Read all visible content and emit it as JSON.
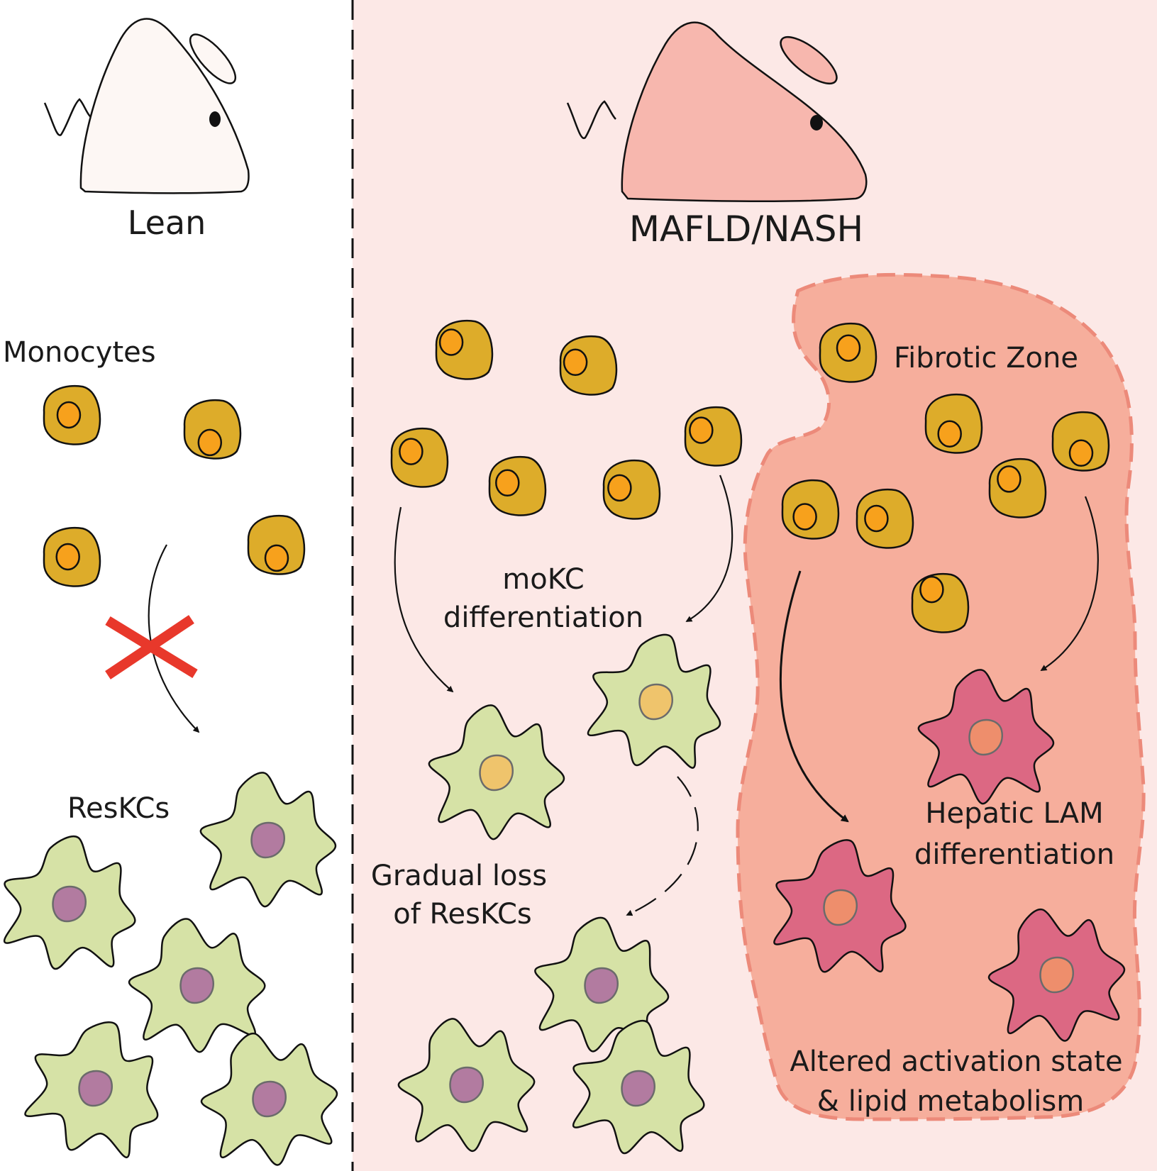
{
  "panels": {
    "lean": {
      "title": "Lean",
      "monocytes_label": "Monocytes",
      "reskcs_label": "ResKCs"
    },
    "disease": {
      "title": "MAFLD/NASH",
      "mokc_line1": "moKC",
      "mokc_line2": "differentiation",
      "loss_line1": "Gradual loss",
      "loss_line2": "of ResKCs",
      "zone_label": "Fibrotic Zone",
      "lam_line1": "Hepatic LAM",
      "lam_line2": "differentiation",
      "altered_line1": "Altered activation state",
      "altered_line2": "& lipid metabolism"
    }
  },
  "colors": {
    "disease_bg": "#fce8e6",
    "fibrotic_fill": "#f6ae9c",
    "fibrotic_border": "#ec8a7a",
    "monocyte_body": "#ddac2a",
    "monocyte_nucleus": "#f7a11c",
    "reskc_body": "#d6e2a6",
    "reskc_nucleus": "#b27ba0",
    "mokc_nucleus": "#efc46c",
    "lam_body": "#dc6883",
    "lam_nucleus": "#ee8e6c",
    "mouse_lean": "#fdf7f4",
    "mouse_disease": "#f7b7ae",
    "block_x": "#e8382b"
  },
  "icons": {
    "blocked": "red-x-icon",
    "mouse": "mouse-icon"
  }
}
